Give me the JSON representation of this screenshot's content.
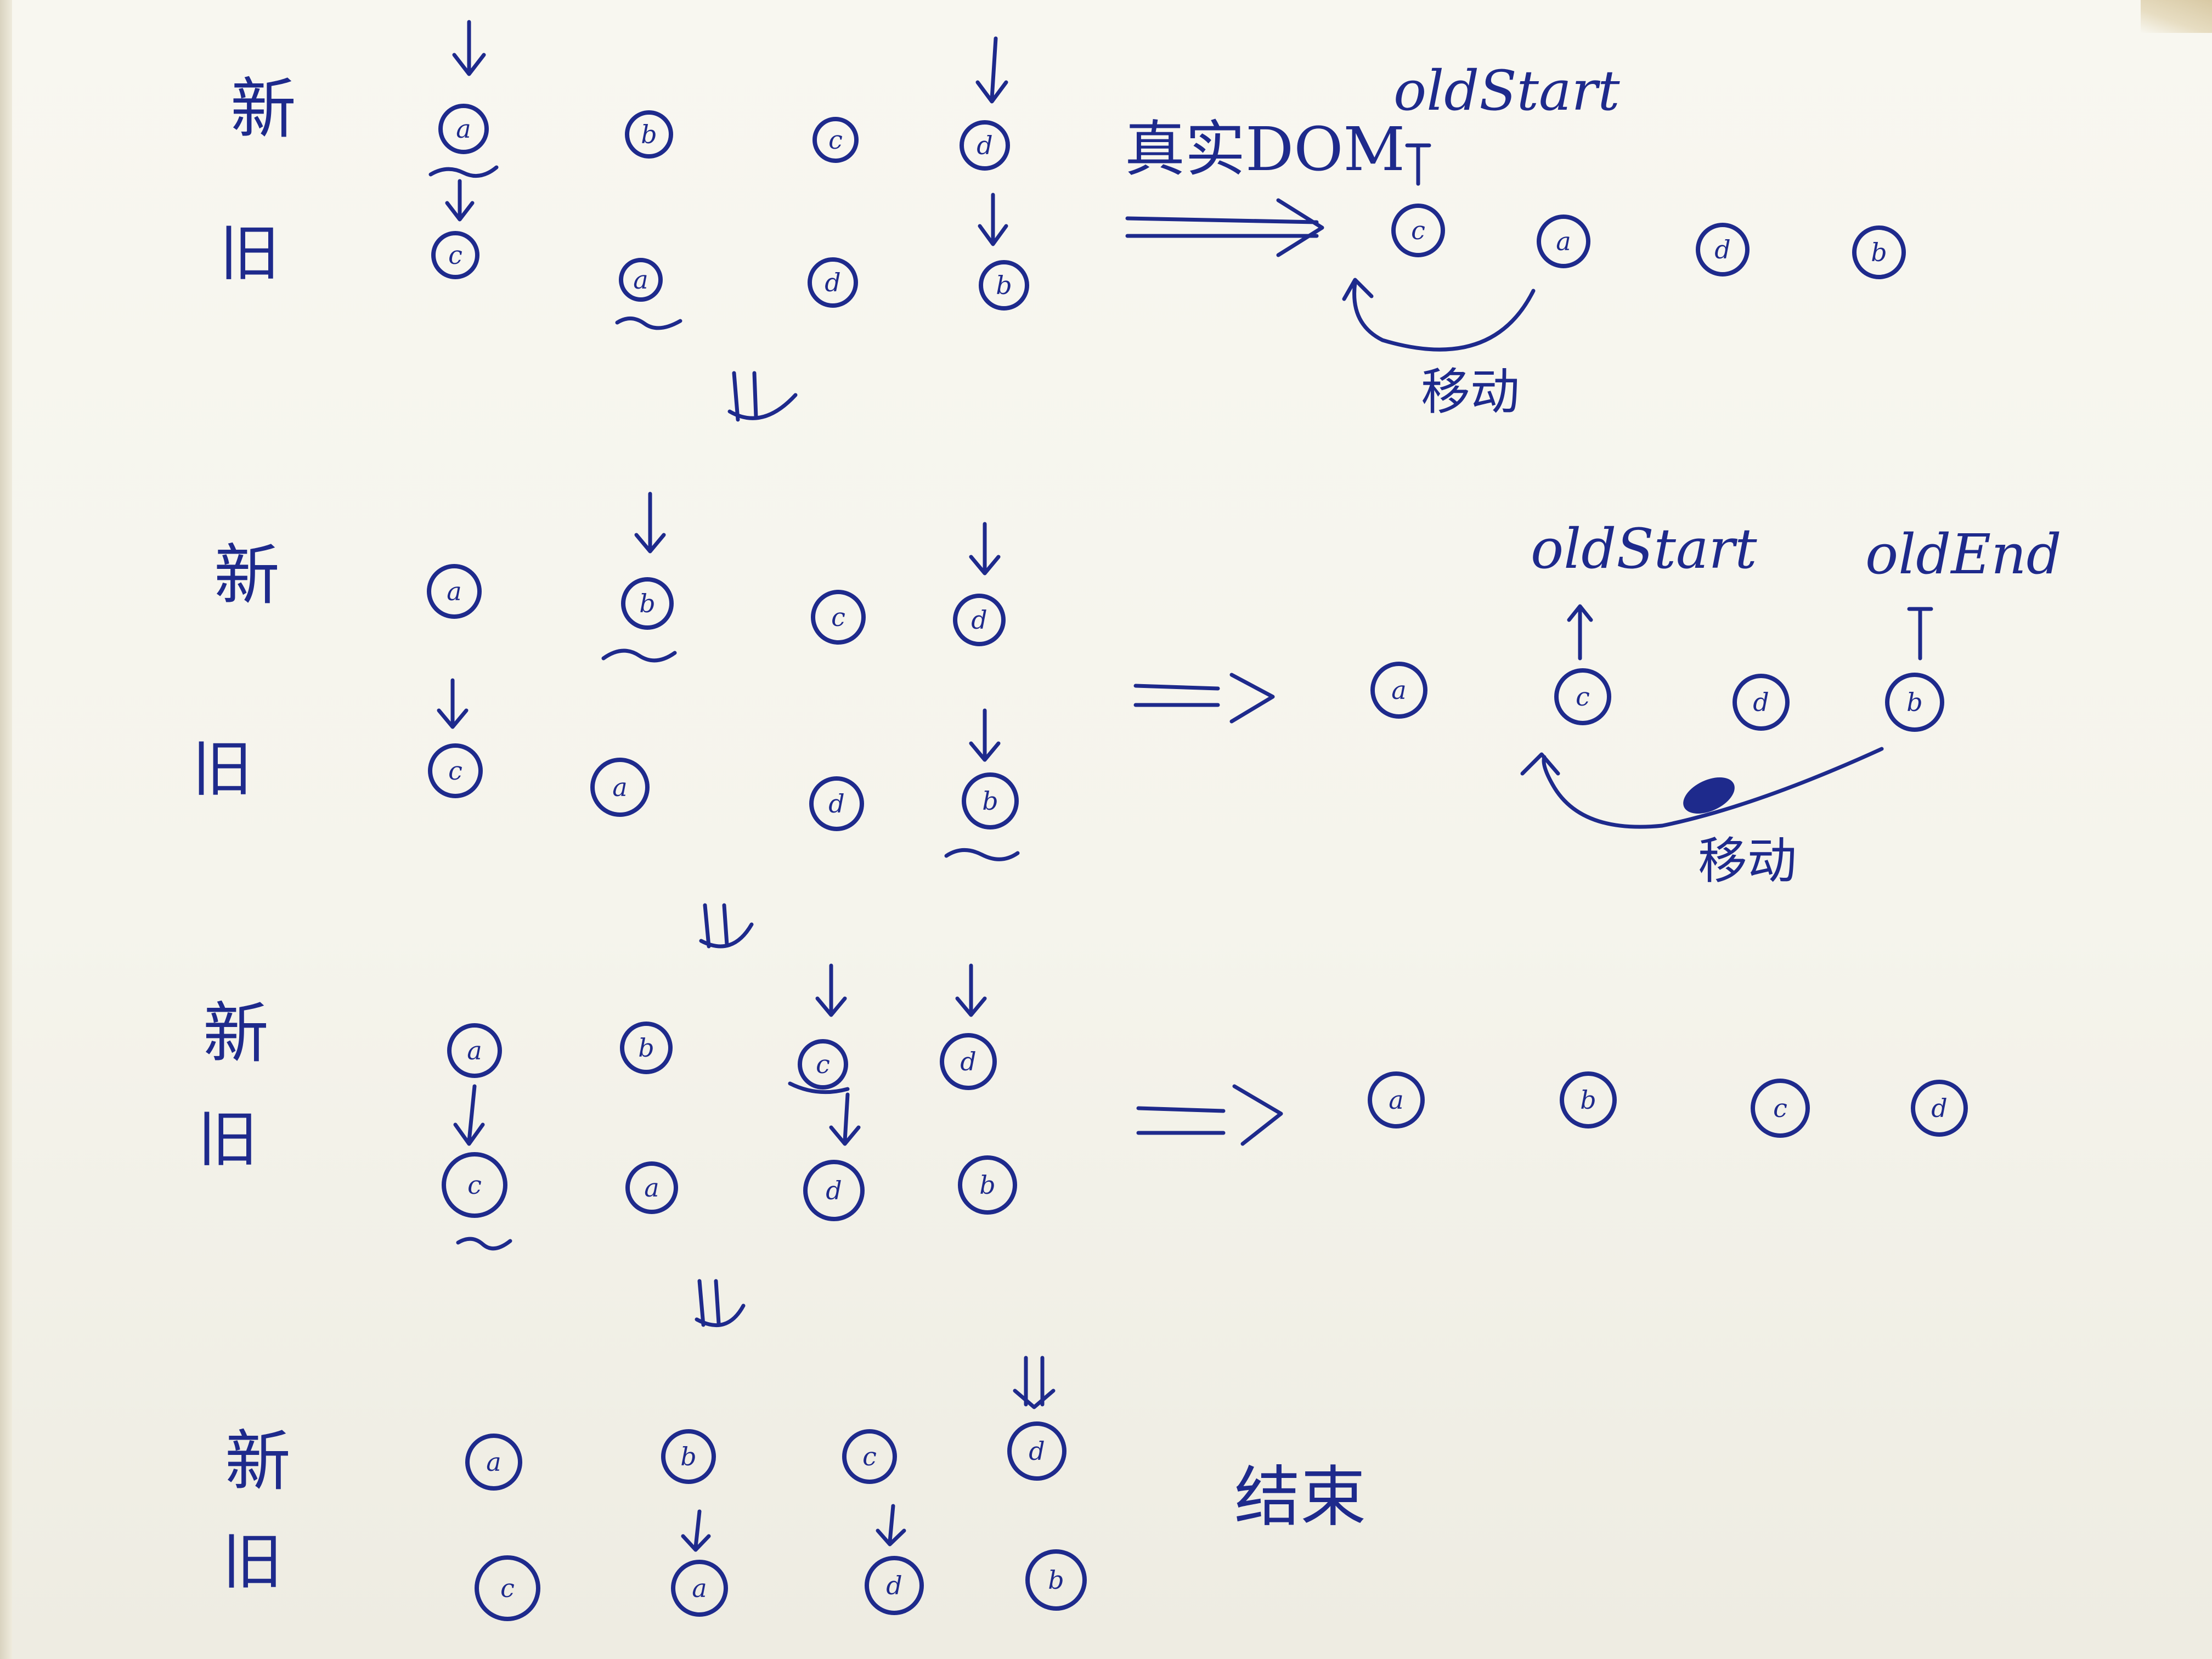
{
  "labels": {
    "new": "新",
    "old": "旧",
    "real_dom": "真实DOM",
    "move": "移动",
    "end": "结束",
    "old_start": "oldStart",
    "old_end": "oldEnd"
  },
  "steps": [
    {
      "new_nodes": [
        "a",
        "b",
        "c",
        "d"
      ],
      "old_nodes": [
        "c",
        "a",
        "d",
        "b"
      ],
      "real_dom": [
        "c",
        "a",
        "d",
        "b"
      ]
    },
    {
      "new_nodes": [
        "a",
        "b",
        "c",
        "d"
      ],
      "old_nodes": [
        "c",
        "a",
        "d",
        "b"
      ],
      "real_dom": [
        "a",
        "c",
        "d",
        "b"
      ]
    },
    {
      "new_nodes": [
        "a",
        "b",
        "c",
        "d"
      ],
      "old_nodes": [
        "c",
        "a",
        "d",
        "b"
      ],
      "real_dom": [
        "a",
        "b",
        "c",
        "d"
      ]
    },
    {
      "new_nodes": [
        "a",
        "b",
        "c",
        "d"
      ],
      "old_nodes": [
        "c",
        "a",
        "d",
        "b"
      ]
    }
  ],
  "colors": {
    "ink": "#1e2a8c",
    "paper": "#f6f5ee"
  }
}
